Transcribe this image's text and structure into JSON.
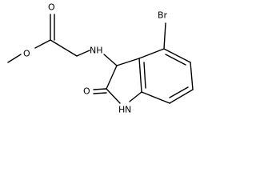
{
  "molecule": {
    "atoms": {
      "bromine": "Br",
      "amine_nh": "NH",
      "lactam_nh": "NH",
      "lactam_h_prefix": "H",
      "lactam_n": "N",
      "carbonyl_o": "O",
      "ester_carbonyl_o": "O",
      "ester_o": "O"
    }
  }
}
